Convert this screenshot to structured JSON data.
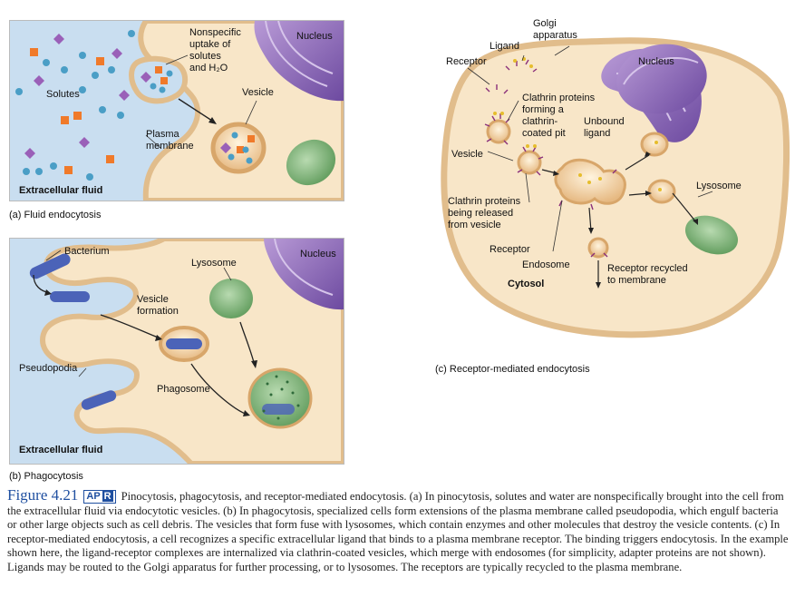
{
  "panel_a": {
    "caption": "(a) Fluid endocytosis",
    "labels": {
      "nonspecific": [
        "Nonspecific",
        "uptake of",
        "solutes",
        "and H₂O"
      ],
      "nucleus": "Nucleus",
      "solutes": "Solutes",
      "vesicle": "Vesicle",
      "plasma_membrane": [
        "Plasma",
        "membrane"
      ],
      "extracellular_fluid": "Extracellular fluid"
    }
  },
  "panel_b": {
    "caption": "(b) Phagocytosis",
    "labels": {
      "bacterium": "Bacterium",
      "lysosome": "Lysosome",
      "nucleus": "Nucleus",
      "vesicle_formation": [
        "Vesicle",
        "formation"
      ],
      "pseudopodia": "Pseudopodia",
      "phagosome": "Phagosome",
      "extracellular_fluid": "Extracellular fluid"
    }
  },
  "panel_c": {
    "caption": "(c) Receptor-mediated endocytosis",
    "labels": {
      "golgi": [
        "Golgi",
        "apparatus"
      ],
      "ligand": "Ligand",
      "receptor_top": "Receptor",
      "nucleus": "Nucleus",
      "clathrin_pit": [
        "Clathrin proteins",
        "forming a",
        "clathrin-",
        "coated pit"
      ],
      "unbound_ligand": [
        "Unbound",
        "ligand"
      ],
      "vesicle": "Vesicle",
      "lysosome": "Lysosome",
      "clathrin_release": [
        "Clathrin proteins",
        "being released",
        "from vesicle"
      ],
      "receptor_mid": "Receptor",
      "endosome": "Endosome",
      "receptor_recycled": [
        "Receptor recycled",
        "to membrane"
      ],
      "cytosol": "Cytosol"
    }
  },
  "figure": {
    "number": "Figure 4.21",
    "badge": "AP",
    "badge_r": "R",
    "text": "Pinocytosis, phagocytosis, and receptor-mediated endocytosis. (a) In pinocytosis, solutes and water are nonspecifically brought into the cell from the extracellular fluid via endocytotic vesicles. (b) In phagocytosis, specialized cells form extensions of the plasma membrane called pseudopodia, which engulf bacteria or other large objects such as cell debris. The vesicles that form fuse with lysosomes, which contain enzymes and other molecules that destroy the vesicle contents. (c) In receptor-mediated endocytosis, a cell recognizes a specific extracellular ligand that binds to a plasma membrane receptor. The binding triggers endocytosis. In the example shown here, the ligand-receptor complexes are internalized via clathrin-coated vesicles, which merge with endosomes (for simplicity, adapter proteins are not shown). Ligands may be routed to the Golgi apparatus for further processing, or to lysosomes. The receptors are typically recycled to the plasma membrane."
  },
  "colors": {
    "extracellular": "#c9def0",
    "cytoplasm": "#f8e6c8",
    "membrane": "#e7c69a",
    "nucleus": "#8b68b8",
    "lysosome": "#8cbc86",
    "bacterium": "#4b63b8",
    "solute_square": "#f07a2a",
    "solute_diamond": "#9a60b8",
    "solute_circle": "#4a9ec6"
  }
}
